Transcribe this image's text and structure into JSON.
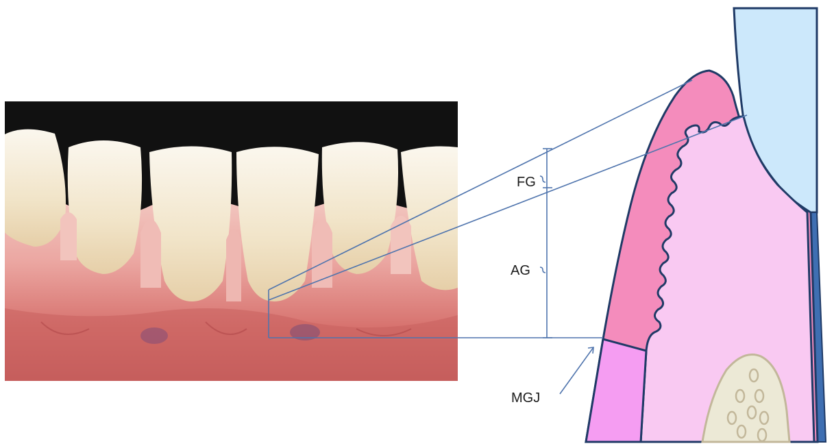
{
  "labels": {
    "fg": "FG",
    "ag": "AG",
    "mgj": "MGJ"
  },
  "colors": {
    "tooth": "#cce8fb",
    "tooth_outline": "#1f3a66",
    "free_gingiva": "#f48cbc",
    "connective_tissue": "#f9c9f2",
    "alveolar_mucosa": "#f59df2",
    "bone": "#ece9d6",
    "bone_outline": "#c2b79a",
    "enamel_edge": "#3f6fb2",
    "leader_line": "#4f74ad"
  },
  "icons": {
    "photo": "lower-incisors-gingiva-photo",
    "diagram": "gingiva-cross-section"
  }
}
